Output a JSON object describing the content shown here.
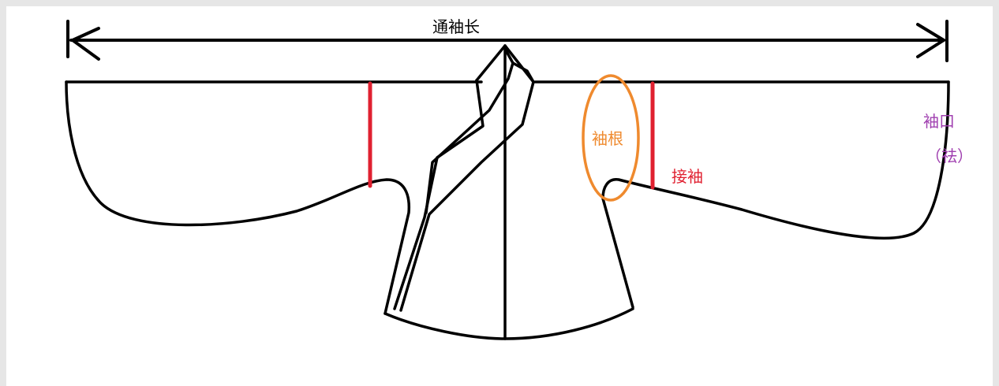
{
  "labels": {
    "total_sleeve_length": "通袖长",
    "sleeve_root": "袖根",
    "sleeve_join": "接袖",
    "cuff_line1": "袖口",
    "cuff_line2": "（祛）"
  },
  "colors": {
    "outline": "#000000",
    "seam_marker": "#e02030",
    "sleeve_root_marker": "#ef8a2e",
    "cuff_label": "#a040b0"
  }
}
